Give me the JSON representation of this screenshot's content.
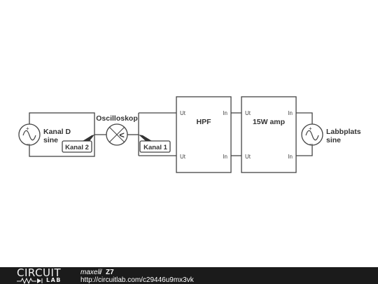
{
  "schematic": {
    "source_left": {
      "label_line1": "Kanal D",
      "label_line2": "sine"
    },
    "source_right": {
      "label_line1": "Labbplats",
      "label_line2": "sine"
    },
    "oscilloscope": {
      "label": "Oscilloskop",
      "symbol": "<"
    },
    "probe_left": {
      "label": "Kanal 2"
    },
    "probe_right": {
      "label": "Kanal 1"
    },
    "hpf": {
      "label": "HPF",
      "pin_ut_top": "Ut",
      "pin_in_top": "In",
      "pin_ut_bottom": "Ut",
      "pin_in_bottom": "In"
    },
    "amp": {
      "label": "15W amp",
      "pin_ut_top": "Ut",
      "pin_in_top": "In",
      "pin_ut_bottom": "Ut",
      "pin_in_bottom": "In"
    }
  },
  "footer": {
    "logo_top": "CIRCUIT",
    "logo_bottom": "LAB",
    "author": "maxeli",
    "separator": "/",
    "title": "Z7",
    "url": "http://circuitlab.com/c29446u9mx3vk"
  },
  "colors": {
    "wire": "#444444",
    "text": "#333333",
    "footer_bg": "#1b1b1b"
  }
}
